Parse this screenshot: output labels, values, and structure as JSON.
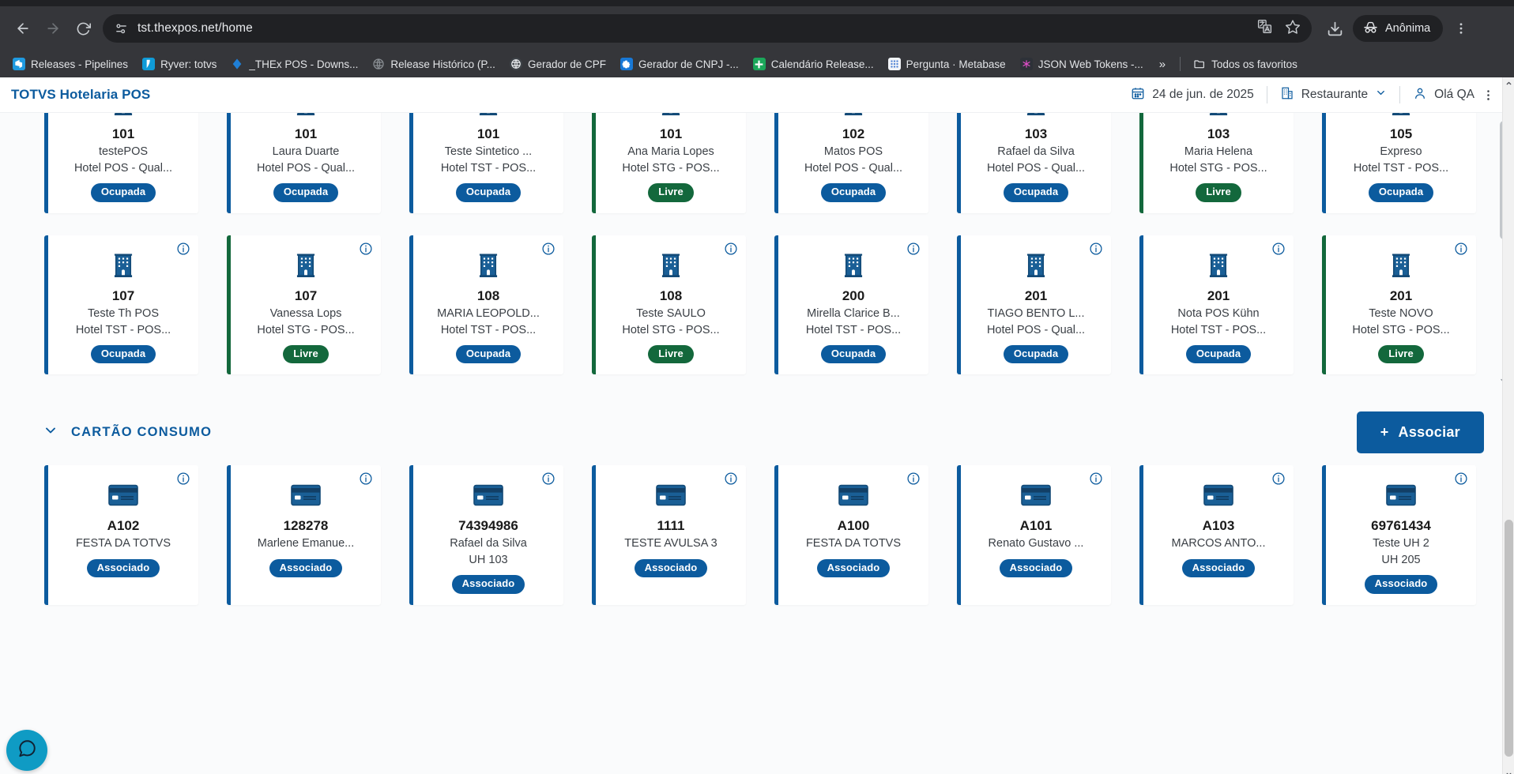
{
  "browser": {
    "url": "tst.thexpos.net/home",
    "back_label": "Voltar",
    "forward_label": "Avançar",
    "reload_label": "Recarregar",
    "site_info_label": "Informações do site",
    "translate_label": "Traduzir",
    "bookmark_label": "Favoritar",
    "download_label": "Downloads",
    "incognito_label": "Anônima",
    "menu_label": "Personalizar e controlar o Google Chrome",
    "bookmarks": [
      {
        "label": "Releases - Pipelines",
        "icon": "azure-devops-icon",
        "color": "#1f9ae0",
        "letter": ""
      },
      {
        "label": "Ryver: totvs",
        "icon": "ryver-icon",
        "color": "#0f9bd7",
        "letter": ""
      },
      {
        "label": "_THEx POS - Downs...",
        "icon": "diamond-icon",
        "color": "#1f7fd6",
        "letter": ""
      },
      {
        "label": "Release Histórico (P...",
        "icon": "globe-grey-icon",
        "color": "#6b6f73",
        "letter": ""
      },
      {
        "label": "Gerador de CPF",
        "icon": "globe-icon",
        "color": "#3e4348",
        "letter": ""
      },
      {
        "label": "Gerador de CNPJ -...",
        "icon": "gear-blue-icon",
        "color": "#1878d6",
        "letter": ""
      },
      {
        "label": "Calendário Release...",
        "icon": "calendar-green-icon",
        "color": "#1ba75a",
        "letter": ""
      },
      {
        "label": "Pergunta · Metabase",
        "icon": "metabase-icon",
        "color": "#f4f6f8",
        "letter": ""
      },
      {
        "label": "JSON Web Tokens -...",
        "icon": "jwt-icon",
        "color": "#2d3138",
        "letter": ""
      }
    ],
    "overflow_label": "»",
    "all_bookmarks_label": "Todos os favoritos",
    "folder_icon": "folder-icon"
  },
  "app": {
    "title": "TOTVS Hotelaria POS",
    "header": {
      "date": "24 de jun. de 2025",
      "date_icon": "calendar-icon",
      "outlet": "Restaurante",
      "outlet_icon": "store-icon",
      "outlet_chevron": "chevron-down-icon",
      "user": "Olá QA",
      "user_icon": "person-icon",
      "menu_icon": "kebab-menu-icon"
    },
    "status_labels": {
      "occupied": "Ocupada",
      "free": "Livre",
      "associated": "Associado"
    },
    "consumption_section": {
      "title": "CARTÃO CONSUMO",
      "collapse_icon": "chevron-down-icon",
      "associar_label": "Associar",
      "associar_plus": "+"
    },
    "chat_icon": "chat-bubble-icon"
  },
  "rooms_row1": [
    {
      "number": "101",
      "guest": "testePOS",
      "hotel": "Hotel POS - Qual...",
      "status": "Ocupada",
      "free": false,
      "icon": "building-icon"
    },
    {
      "number": "101",
      "guest": "Laura Duarte",
      "hotel": "Hotel POS - Qual...",
      "status": "Ocupada",
      "free": false,
      "icon": "building-icon"
    },
    {
      "number": "101",
      "guest": "Teste Sintetico ...",
      "hotel": "Hotel TST - POS...",
      "status": "Ocupada",
      "free": false,
      "icon": "building-icon"
    },
    {
      "number": "101",
      "guest": "Ana Maria Lopes",
      "hotel": "Hotel STG - POS...",
      "status": "Livre",
      "free": true,
      "icon": "building-icon"
    },
    {
      "number": "102",
      "guest": "Matos POS",
      "hotel": "Hotel POS - Qual...",
      "status": "Ocupada",
      "free": false,
      "icon": "building-icon"
    },
    {
      "number": "103",
      "guest": "Rafael da Silva",
      "hotel": "Hotel POS - Qual...",
      "status": "Ocupada",
      "free": false,
      "icon": "building-icon"
    },
    {
      "number": "103",
      "guest": "Maria Helena",
      "hotel": "Hotel STG - POS...",
      "status": "Livre",
      "free": true,
      "icon": "building-icon"
    },
    {
      "number": "105",
      "guest": "Expreso",
      "hotel": "Hotel TST - POS...",
      "status": "Ocupada",
      "free": false,
      "icon": "building-icon"
    }
  ],
  "rooms_row2": [
    {
      "number": "107",
      "guest": "Teste Th POS",
      "hotel": "Hotel TST - POS...",
      "status": "Ocupada",
      "free": false,
      "icon": "building-icon"
    },
    {
      "number": "107",
      "guest": "Vanessa Lops",
      "hotel": "Hotel STG - POS...",
      "status": "Livre",
      "free": true,
      "icon": "building-icon"
    },
    {
      "number": "108",
      "guest": "MARIA LEOPOLD...",
      "hotel": "Hotel TST - POS...",
      "status": "Ocupada",
      "free": false,
      "icon": "building-icon"
    },
    {
      "number": "108",
      "guest": "Teste SAULO",
      "hotel": "Hotel STG - POS...",
      "status": "Livre",
      "free": true,
      "icon": "building-icon"
    },
    {
      "number": "200",
      "guest": "Mirella Clarice B...",
      "hotel": "Hotel TST - POS...",
      "status": "Ocupada",
      "free": false,
      "icon": "building-icon"
    },
    {
      "number": "201",
      "guest": "TIAGO BENTO L...",
      "hotel": "Hotel POS - Qual...",
      "status": "Ocupada",
      "free": false,
      "icon": "building-icon"
    },
    {
      "number": "201",
      "guest": "Nota POS Kühn",
      "hotel": "Hotel TST - POS...",
      "status": "Ocupada",
      "free": false,
      "icon": "building-icon"
    },
    {
      "number": "201",
      "guest": "Teste NOVO",
      "hotel": "Hotel STG - POS...",
      "status": "Livre",
      "free": true,
      "icon": "building-icon"
    }
  ],
  "consumption_cards": [
    {
      "number": "A102",
      "guest": "FESTA DA TOTVS",
      "uh": "",
      "status": "Associado",
      "icon": "credit-card-icon"
    },
    {
      "number": "128278",
      "guest": "Marlene Emanue...",
      "uh": "",
      "status": "Associado",
      "icon": "credit-card-icon"
    },
    {
      "number": "74394986",
      "guest": "Rafael da Silva",
      "uh": "UH 103",
      "status": "Associado",
      "icon": "credit-card-icon"
    },
    {
      "number": "1111",
      "guest": "TESTE AVULSA 3",
      "uh": "",
      "status": "Associado",
      "icon": "credit-card-icon"
    },
    {
      "number": "A100",
      "guest": "FESTA DA TOTVS",
      "uh": "",
      "status": "Associado",
      "icon": "credit-card-icon"
    },
    {
      "number": "A101",
      "guest": "Renato Gustavo ...",
      "uh": "",
      "status": "Associado",
      "icon": "credit-card-icon"
    },
    {
      "number": "A103",
      "guest": "MARCOS ANTO...",
      "uh": "",
      "status": "Associado",
      "icon": "credit-card-icon"
    },
    {
      "number": "69761434",
      "guest": "Teste UH 2",
      "uh": "UH 205",
      "status": "Associado",
      "icon": "credit-card-icon"
    }
  ],
  "colors": {
    "brand_blue": "#0c5b9e",
    "free_green": "#13683c",
    "chat_teal": "#0f9bc4",
    "chrome_bg": "#35363a"
  }
}
